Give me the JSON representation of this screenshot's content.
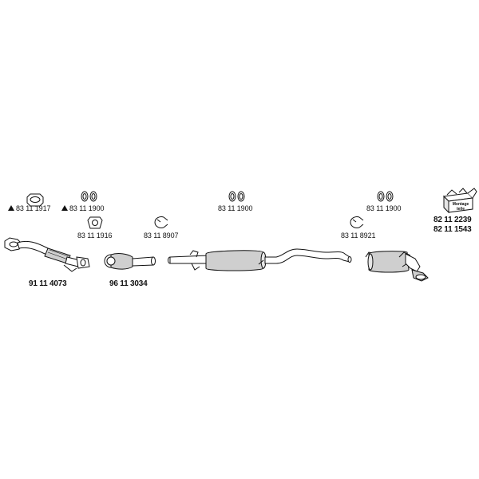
{
  "parts": {
    "gasket_1917": "83 11 1917",
    "clamp_1900_a": "83 11 1900",
    "ring_1916": "83 11 1916",
    "clip_8907": "83 11 8907",
    "clamp_1900_b": "83 11 1900",
    "clip_8921": "83 11 8921",
    "clamp_1900_c": "83 11 1900",
    "kit_2239": "82 11 2239",
    "kit_1543": "82 11 1543",
    "front_pipe_4073": "91 11 4073",
    "catalyst_3034": "96 11 3034"
  },
  "mounting_kit_label": {
    "line1": "Montage",
    "line2": "teile"
  },
  "colors": {
    "ink": "#111111",
    "fill": "#cfcfcf",
    "background": "#ffffff"
  }
}
